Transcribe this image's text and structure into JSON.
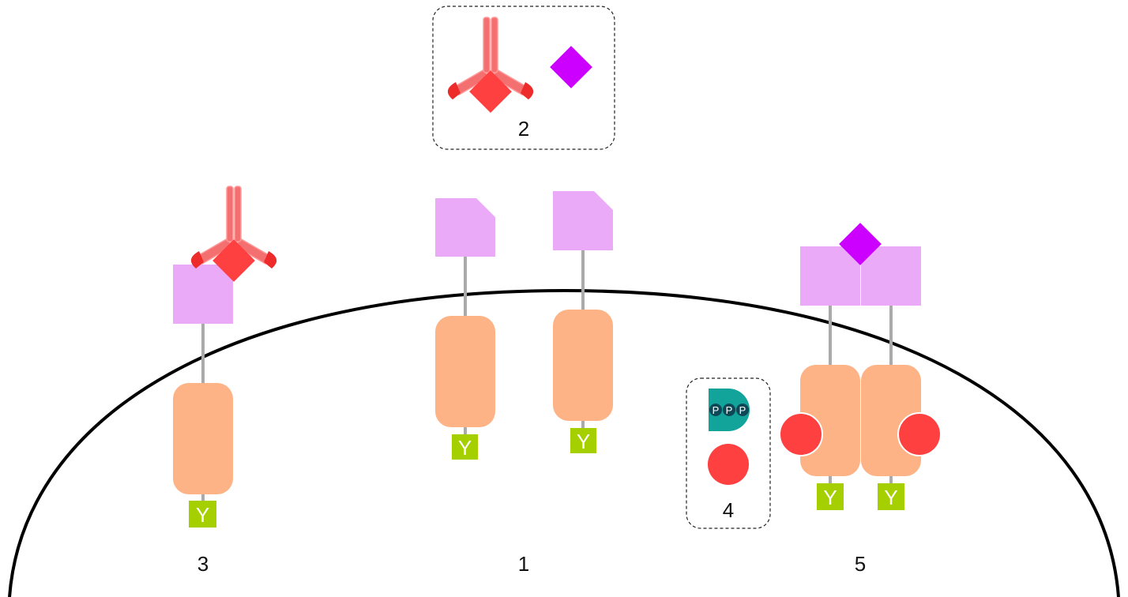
{
  "labels": {
    "group_1": "1",
    "group_2": "2",
    "group_3": "3",
    "group_4": "4",
    "group_5": "5"
  },
  "tyrosine_label": "Y",
  "phosphate_label": "P",
  "colors": {
    "membrane": "#000000",
    "receptor_extracellular": "#ebaaf8",
    "receptor_intracellular": "#fdb385",
    "tyrosine_box": "#a6cf00",
    "ligand": "#cc00ff",
    "antibody": "#f47070",
    "antibody_tip": "#ee2b2b",
    "antibody_bound_antigen": "#ff4040",
    "atp": "#12a39a",
    "atp_phosphate": "#0e4856",
    "kinase_circle": "#ff4040",
    "stem": "#aaaaaa"
  }
}
